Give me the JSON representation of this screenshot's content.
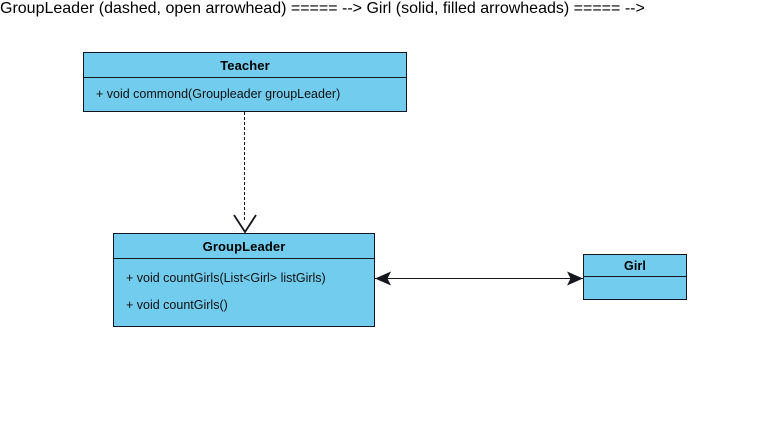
{
  "diagram": {
    "type": "uml-class-diagram",
    "background_color": "#ffffff",
    "class_fill_color": "#72cced",
    "class_border_color": "#16161f",
    "text_color": "#000000",
    "classes": [
      {
        "id": "teacher",
        "name": "Teacher",
        "members": [
          "+ void commond(Groupleader groupLeader)"
        ]
      },
      {
        "id": "groupleader",
        "name": "GroupLeader",
        "members": [
          "+ void countGirls(List<Girl> listGirls)",
          "+ void countGirls()"
        ]
      },
      {
        "id": "girl",
        "name": "Girl",
        "members": []
      }
    ],
    "relationships": [
      {
        "id": "dependency-teacher-groupleader",
        "from": "teacher",
        "to": "groupleader",
        "line_style": "dashed",
        "arrow": "open-v",
        "direction": "down",
        "kind": "dependency"
      },
      {
        "id": "association-groupleader-girl",
        "from": "groupleader",
        "to": "girl",
        "line_style": "solid",
        "arrow": "filled-both-ends",
        "direction": "horizontal",
        "kind": "bidirectional-association"
      }
    ]
  }
}
